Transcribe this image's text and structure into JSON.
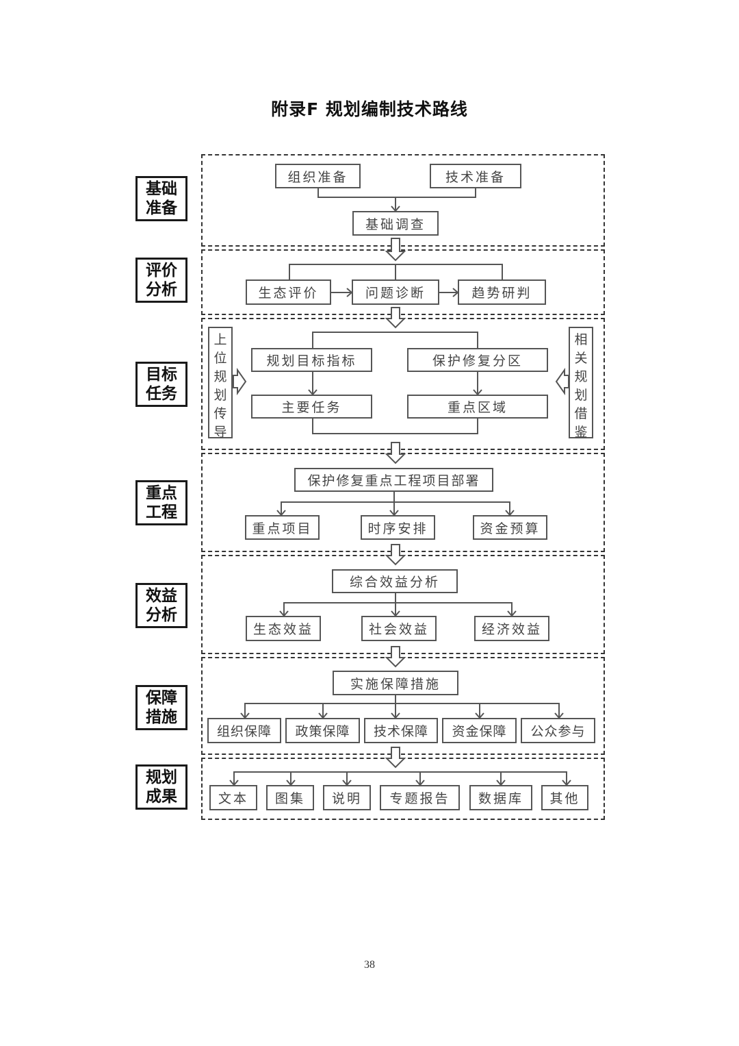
{
  "title": "附录F  规划编制技术路线",
  "page_number": "38",
  "stages": [
    {
      "label": "基础\n准备",
      "line1": "基础",
      "line2": "准备"
    },
    {
      "label": "评价\n分析",
      "line1": "评价",
      "line2": "分析"
    },
    {
      "label": "目标\n任务",
      "line1": "目标",
      "line2": "任务"
    },
    {
      "label": "重点\n工程",
      "line1": "重点",
      "line2": "工程"
    },
    {
      "label": "效益\n分析",
      "line1": "效益",
      "line2": "分析"
    },
    {
      "label": "保障\n措施",
      "line1": "保障",
      "line2": "措施"
    },
    {
      "label": "规划\n成果",
      "line1": "规划",
      "line2": "成果"
    }
  ],
  "section1": {
    "org_prep": "组织准备",
    "tech_prep": "技术准备",
    "base_survey": "基础调查"
  },
  "section2": {
    "eco_eval": "生态评价",
    "problem_diag": "问题诊断",
    "trend_judge": "趋势研判"
  },
  "section3": {
    "upper_plan": "上\n位\n规\n划\n传\n导",
    "related_plan": "相\n关\n规\n划\n借\n鉴",
    "target_index": "规划目标指标",
    "zoning": "保护修复分区",
    "main_tasks": "主要任务",
    "key_areas": "重点区域"
  },
  "section4": {
    "deployment": "保护修复重点工程项目部署",
    "key_projects": "重点项目",
    "schedule": "时序安排",
    "budget": "资金预算"
  },
  "section5": {
    "overall": "综合效益分析",
    "eco": "生态效益",
    "social": "社会效益",
    "economic": "经济效益"
  },
  "section6": {
    "measures": "实施保障措施",
    "items": [
      "组织保障",
      "政策保障",
      "技术保障",
      "资金保障",
      "公众参与"
    ]
  },
  "section7": {
    "items": [
      "文本",
      "图集",
      "说明",
      "专题报告",
      "数据库",
      "其他"
    ]
  }
}
